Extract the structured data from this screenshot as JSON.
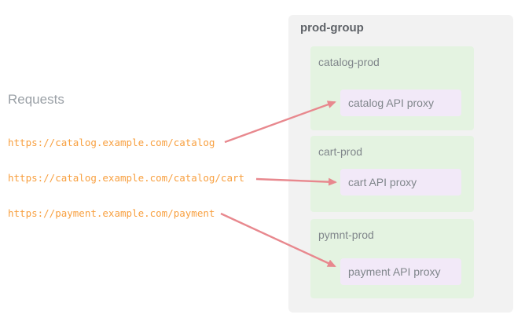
{
  "requests": {
    "title": "Requests",
    "urls": [
      "https://catalog.example.com/catalog",
      "https://catalog.example.com/catalog/cart",
      "https://payment.example.com/payment"
    ]
  },
  "group": {
    "name": "prod-group",
    "environments": [
      {
        "name": "catalog-prod",
        "proxy": "catalog API proxy"
      },
      {
        "name": "cart-prod",
        "proxy": "cart API proxy"
      },
      {
        "name": "pymnt-prod",
        "proxy": "payment API proxy"
      }
    ]
  },
  "connections": [
    {
      "from": "https://catalog.example.com/catalog",
      "to": "catalog API proxy"
    },
    {
      "from": "https://catalog.example.com/catalog/cart",
      "to": "cart API proxy"
    },
    {
      "from": "https://payment.example.com/payment",
      "to": "payment API proxy"
    }
  ],
  "colors": {
    "url_text": "#f8a040",
    "arrow": "#e8888e",
    "group_bg": "#f2f2f2",
    "environment_bg": "#e4f3e1",
    "proxy_bg": "#f2e9f8",
    "requests_heading_text": "#9aa0a6",
    "label_text": "#80868b",
    "group_title_text": "#5f6368"
  }
}
